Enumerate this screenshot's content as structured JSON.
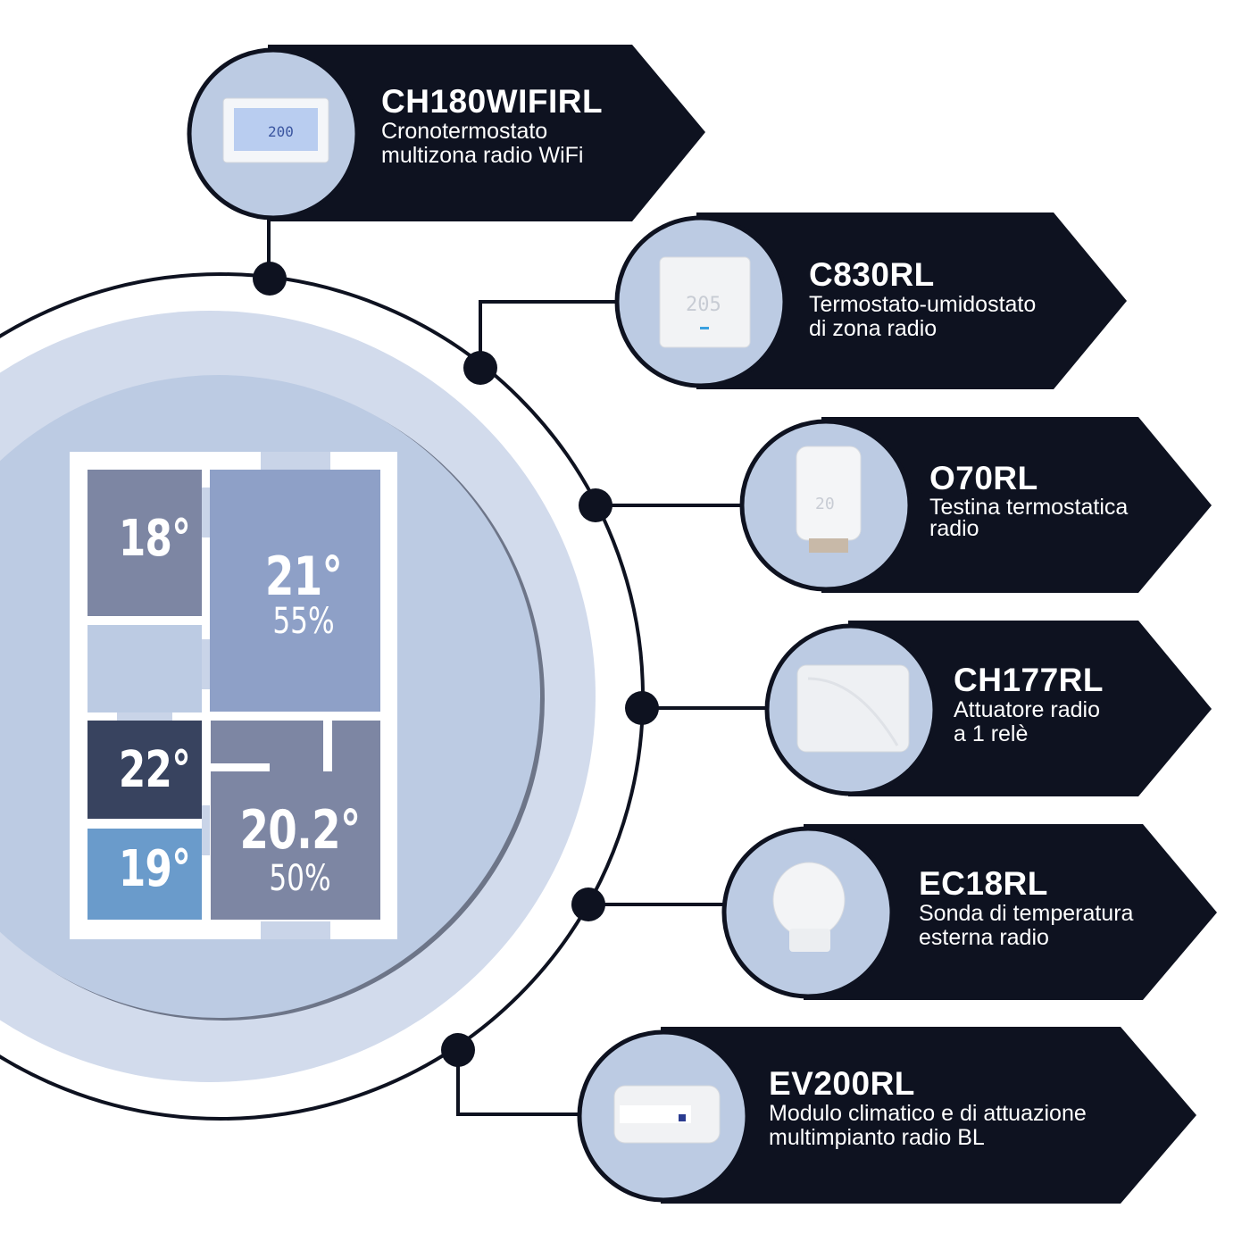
{
  "colors": {
    "dark": "#0e1220",
    "ring": "#0e1220",
    "disc_outer": "#d2dbec",
    "disc_inner": "#bccbe3",
    "room_grey": "#7d86a3",
    "room_blue": "#8ea0c7",
    "room_navy": "#38435f",
    "room_sky": "#6a9bcb"
  },
  "rooms": [
    {
      "temp": "18°"
    },
    {
      "temp": "21°",
      "humidity": "55%"
    },
    {
      "temp": "22°"
    },
    {
      "temp": "19°"
    },
    {
      "temp": "20.2°",
      "humidity": "50%"
    }
  ],
  "products": [
    {
      "name": "CH180WIFIRL",
      "desc1": "Cronotermostato",
      "desc2": "multizona radio WiFi",
      "icon": "wall-chronothermostat-icon"
    },
    {
      "name": "C830RL",
      "desc1": "Termostato-umidostato",
      "desc2": "di zona radio",
      "icon": "thermostat-icon"
    },
    {
      "name": "O70RL",
      "desc1": "Testina termostatica",
      "desc2": "radio",
      "icon": "thermostatic-head-icon"
    },
    {
      "name": "CH177RL",
      "desc1": "Attuatore radio",
      "desc2": "a 1 relè",
      "icon": "actuator-icon"
    },
    {
      "name": "EC18RL",
      "desc1": "Sonda di temperatura",
      "desc2": "esterna radio",
      "icon": "outdoor-sensor-icon"
    },
    {
      "name": "EV200RL",
      "desc1": "Modulo climatico e di attuazione",
      "desc2": "multimpianto radio BL",
      "icon": "climate-module-icon"
    }
  ]
}
